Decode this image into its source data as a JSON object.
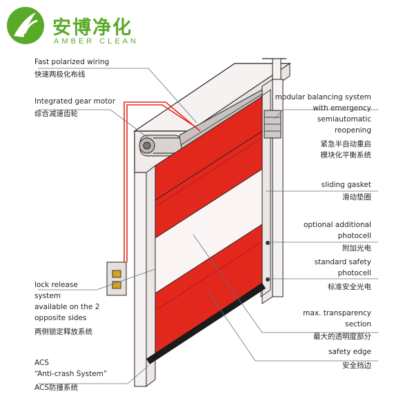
{
  "brand": {
    "name_cn": "安博净化",
    "name_en": "AMBER CLEAN",
    "colors": {
      "green": "#5aaa2a",
      "red": "#e2281d",
      "frame": "#f4f0ef"
    }
  },
  "labels": {
    "fast_wiring": {
      "en": "Fast polarized wiring",
      "cn": "快速两极化布线"
    },
    "gear_motor": {
      "en": "Integrated gear motor",
      "cn": "综合减速齿轮"
    },
    "lock_release": {
      "en_1": "lock release",
      "en_2": "system",
      "en_3": "available on the 2",
      "en_4": "opposite sides",
      "cn": "两侧锁定释放系统"
    },
    "acs": {
      "en_1": "ACS",
      "en_2": "“Anti-crash System”",
      "cn": "ACS防撞系统"
    },
    "balancing": {
      "en_1": "modular balancing system",
      "en_2": "with emergency",
      "en_3": "semiautomatic",
      "en_4": "reopening",
      "cn_1": "紧急半自动重启",
      "cn_2": "模块化平衡系统"
    },
    "sliding_gasket": {
      "en": "sliding gasket",
      "cn": "滑动垫圈"
    },
    "optional_photocell": {
      "en_1": "optional additional",
      "en_2": "photocell",
      "cn": "附加光电"
    },
    "safety_photocell": {
      "en_1": "standard safety",
      "en_2": "photocell",
      "cn": "标准安全光电"
    },
    "transparency": {
      "en_1": "max. transparency",
      "en_2": "section",
      "cn": "最大的透明度部分"
    },
    "safety_edge": {
      "en": "safety edge",
      "cn": "安全挡边"
    }
  }
}
